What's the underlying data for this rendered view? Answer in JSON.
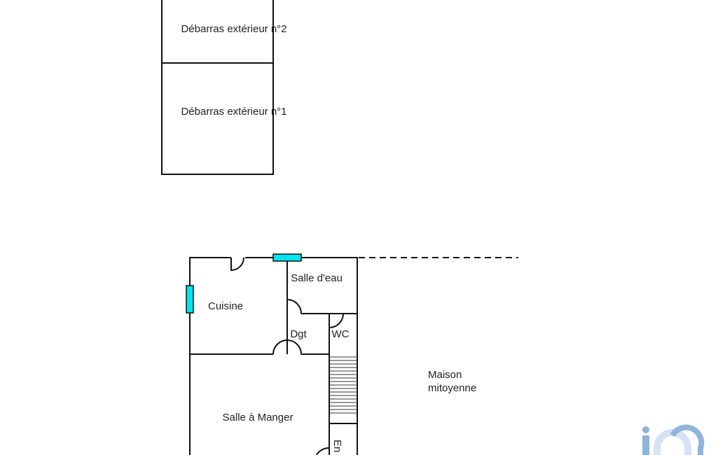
{
  "rooms": {
    "debarras_2": "Débarras extérieur n°2",
    "debarras_1": "Débarras extérieur n°1",
    "cuisine": "Cuisine",
    "salle_deau": "Salle d'eau",
    "dgt": "Dgt",
    "wc": "WC",
    "salle_a_manger": "Salle à Manger",
    "entree": "En",
    "maison_line1": "Maison",
    "maison_line2": "mitoyenne"
  },
  "colors": {
    "wall": "#111111",
    "window": "#00e5ee",
    "logo": "#8fb4da",
    "logo_light": "#d5e3f2"
  },
  "logo": {
    "text": "im"
  }
}
